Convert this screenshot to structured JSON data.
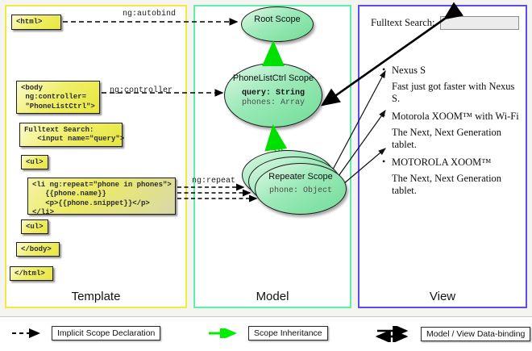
{
  "columns": {
    "template": {
      "label": "Template",
      "accent": "#f2ea3c"
    },
    "model": {
      "label": "Model",
      "accent": "#5ef0a8"
    },
    "view": {
      "label": "View",
      "accent": "#5b4bf2"
    }
  },
  "template_boxes": [
    {
      "id": "html-open",
      "text": "<html>"
    },
    {
      "id": "body-open",
      "text": "<body\n ng:controller=\n \"PhoneListCtrl\">"
    },
    {
      "id": "search",
      "text": "Fulltext Search:\n   <input name=\"query\">"
    },
    {
      "id": "ul-open",
      "text": "<ul>"
    },
    {
      "id": "li-repeat",
      "text": "<li ng:repeat=\"phone in phones\">\n   {{phone.name}}\n   <p>{{phone.snippet}}</p>\n</li>"
    },
    {
      "id": "ul-close",
      "text": "<ul>"
    },
    {
      "id": "body-close",
      "text": "</body>"
    },
    {
      "id": "html-close",
      "text": "</html>"
    }
  ],
  "edge_labels": {
    "autobind": "ng:autobind",
    "controller": "ng:controller",
    "repeat": "ng:repeat"
  },
  "scopes": [
    {
      "id": "root",
      "title": "Root\nScope",
      "props": []
    },
    {
      "id": "ctrl",
      "title": "PhoneListCtrl\nScope",
      "props": [
        {
          "text": "query: String",
          "emphasis": "bold"
        },
        {
          "text": "phones: Array",
          "emphasis": "dim"
        }
      ]
    },
    {
      "id": "repeater",
      "title": "Repeater\nScope",
      "props": [
        {
          "text": "phone: Object",
          "emphasis": "dim"
        }
      ]
    }
  ],
  "view": {
    "search_label": "Fulltext Search:",
    "search_value": "",
    "search_placeholder": "",
    "items": [
      {
        "name": "Nexus S",
        "snippet": "Fast just got faster with Nexus S."
      },
      {
        "name": "Motorola XOOM™  with Wi-Fi",
        "snippet": "The Next, Next Generation tablet."
      },
      {
        "name": "MOTOROLA XOOM™",
        "snippet": "The Next, Next Generation tablet."
      }
    ]
  },
  "legend": [
    {
      "id": "implicit-scope-declaration",
      "label": "Implicit Scope Declaration",
      "glyph": "dashed-arrow",
      "color": "#000000"
    },
    {
      "id": "scope-inheritance",
      "label": "Scope Inheritance",
      "glyph": "solid-arrow",
      "color": "#00ee00"
    },
    {
      "id": "model-view-data-binding",
      "label": "Model / View Data-binding",
      "glyph": "double-arrow",
      "color": "#000000"
    }
  ]
}
